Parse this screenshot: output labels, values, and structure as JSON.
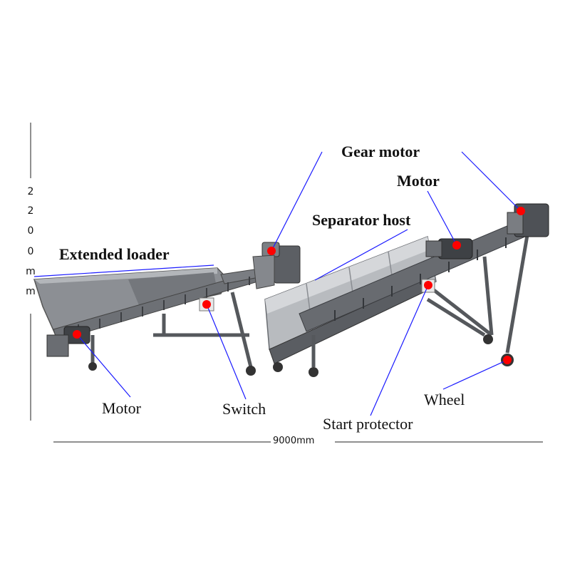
{
  "labels": {
    "gear_motor": "Gear motor",
    "motor_top": "Motor",
    "separator_host": "Separator host",
    "extended_loader": "Extended loader",
    "motor_bottom": "Motor",
    "switch": "Switch",
    "start_protector": "Start protector",
    "wheel": "Wheel"
  },
  "dimensions": {
    "length": "9000mm",
    "height_chars": [
      "2",
      "2",
      "0",
      "0",
      "m",
      "m"
    ]
  },
  "colors": {
    "pointer_line": "#1a1aff",
    "marker_dot": "#ff0000",
    "machine_steel": "#8f9296",
    "machine_dark": "#4a4d52"
  }
}
